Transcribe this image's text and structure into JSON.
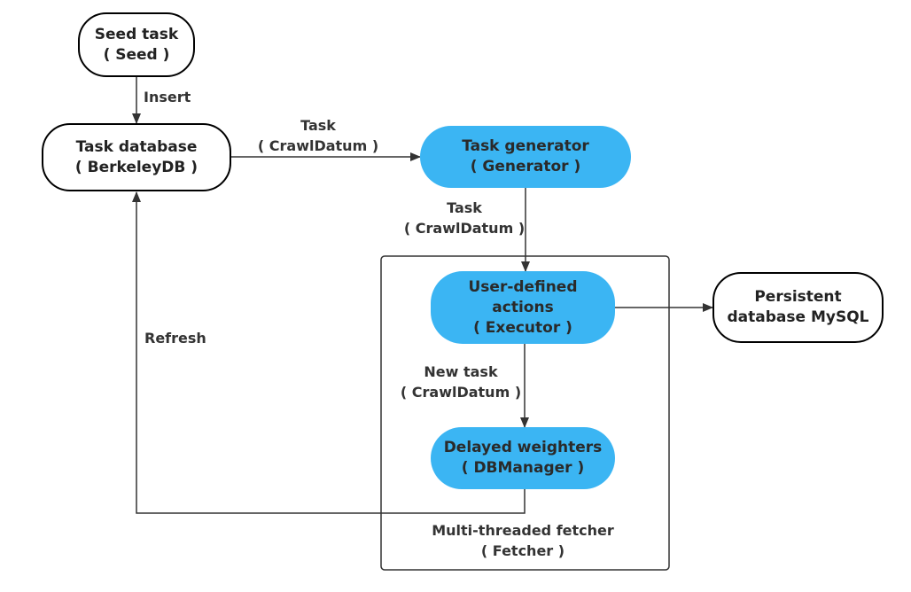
{
  "nodes": {
    "seed": {
      "line1": "Seed task",
      "line2": "( Seed )"
    },
    "task_db": {
      "line1": "Task database",
      "line2": "( BerkeleyDB )"
    },
    "generator": {
      "line1": "Task generator",
      "line2": "( Generator )"
    },
    "executor": {
      "line1": "User-defined",
      "line2": "actions",
      "line3": "( Executor )"
    },
    "dbmanager": {
      "line1": "Delayed weighters",
      "line2": "( DBManager )"
    },
    "mysql": {
      "line1": "Persistent",
      "line2": "database MySQL"
    }
  },
  "edge_labels": {
    "insert": "Insert",
    "task_top": {
      "line1": "Task",
      "line2": "( CrawlDatum )"
    },
    "task_mid": {
      "line1": "Task",
      "line2": "( CrawlDatum )"
    },
    "new_task": {
      "line1": "New task",
      "line2": "( CrawlDatum )"
    },
    "refresh": "Refresh"
  },
  "group": {
    "line1": "Multi-threaded fetcher",
    "line2": "( Fetcher )"
  },
  "colors": {
    "filled_node": "#3bb5f3",
    "outline_node_border": "#000000",
    "edge": "#333333"
  }
}
